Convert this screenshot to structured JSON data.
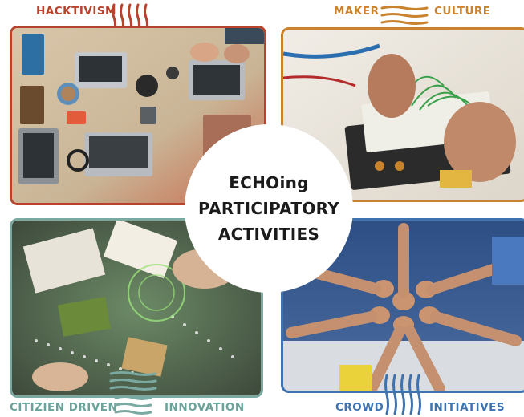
{
  "labels": {
    "hacktivism": "HACKTIVISM",
    "maker": "MAKER",
    "culture": "CULTURE",
    "citizien_driven": "CITIZIEN DRIVEN",
    "innovation": "INNOVATION",
    "crowd": "CROWD",
    "initiatives": "INITIATIVES"
  },
  "center": {
    "line1": "ECHOing",
    "line2": "PARTICIPATORY",
    "line3": "ACTIVITIES"
  },
  "colors": {
    "hacktivism": "#b8432d",
    "maker": "#c9822e",
    "citizen": "#7aa9a1",
    "crowd": "#3f73b0"
  },
  "icons": {
    "hacktivism": "vertical-wave-lines-icon",
    "maker": "horizontal-wave-lines-icon",
    "citizen": "horizontal-wave-lines-icon",
    "crowd": "vertical-wave-lines-icon"
  }
}
